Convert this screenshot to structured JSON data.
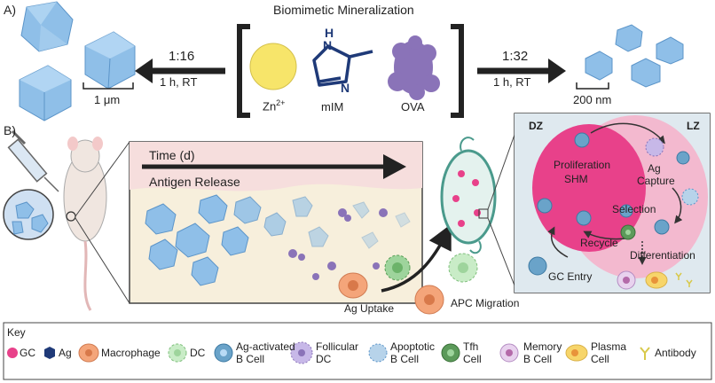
{
  "panel_a": {
    "label": "A)",
    "title": "Biomimetic Mineralization",
    "left_ratio": "1:16",
    "left_condition": "1 h, RT",
    "left_scale": "1 μm",
    "right_ratio": "1:32",
    "right_condition": "1 h, RT",
    "right_scale": "200 nm",
    "zn_label": "Zn",
    "zn_sup": "2+",
    "mim_label": "mIM",
    "mim_atom_h": "H",
    "mim_atom_n1": "N",
    "mim_atom_n2": "N",
    "ova_label": "OVA"
  },
  "panel_b": {
    "label": "B)",
    "time_label": "Time (d)",
    "antigen_release": "Antigen Release",
    "ag_uptake": "Ag Uptake",
    "apc_migration": "APC Migration",
    "dz": "DZ",
    "lz": "LZ",
    "proliferation": "Proliferation",
    "shm": "SHM",
    "ag_capture_1": "Ag",
    "ag_capture_2": "Capture",
    "selection": "Selection",
    "recycle": "Recycle",
    "differentiation": "Differentiation",
    "gc_entry": "GC Entry"
  },
  "key": {
    "title": "Key",
    "gc": "GC",
    "ag": "Ag",
    "macrophage": "Macrophage",
    "dc": "DC",
    "b_cell_1": "Ag-activated",
    "b_cell_2": "B Cell",
    "fdc_1": "Follicular",
    "fdc_2": "DC",
    "apop_1": "Apoptotic",
    "apop_2": "B Cell",
    "tfh_1": "Tfh",
    "tfh_2": "Cell",
    "mem_1": "Memory",
    "mem_2": "B Cell",
    "plasma_1": "Plasma",
    "plasma_2": "Cell",
    "antibody": "Antibody"
  },
  "colors": {
    "crystal": "#8fbfe8",
    "zinc": "#f7e56a",
    "mim": "#1f3a78",
    "ova": "#8a73b8",
    "gc_pink": "#e8418a",
    "gc_light": "#f3b9cf",
    "bcell": "#6aa3c9",
    "macrophage": "#f4a57a",
    "dc": "#9ed49c",
    "tissue": "#f7efdc"
  }
}
